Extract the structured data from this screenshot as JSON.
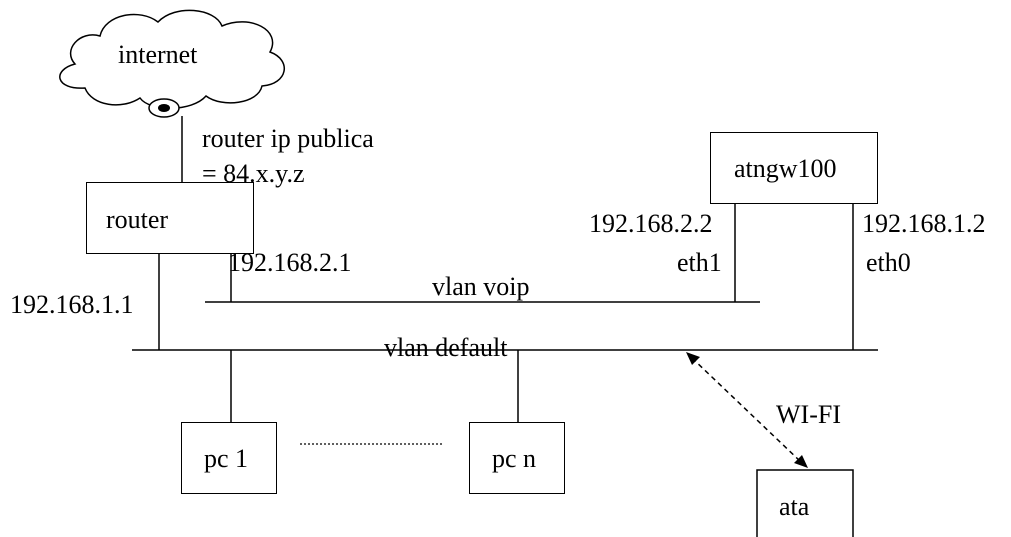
{
  "nodes": {
    "internet": "internet",
    "router": "router",
    "atngw100": "atngw100",
    "pc1": "pc 1",
    "pcn": "pc n",
    "ata": "ata"
  },
  "labels": {
    "router_ip_line1": "router ip publica",
    "router_ip_line2": "= 84.x.y.z",
    "router_vlan_voip_ip": "192.168.2.1",
    "router_vlan_default_ip": "192.168.1.1",
    "atngw_eth1_ip": "192.168.2.2",
    "atngw_eth1": "eth1",
    "atngw_eth0_ip": "192.168.1.2",
    "atngw_eth0": "eth0",
    "vlan_voip": "vlan voip",
    "vlan_default": "vlan default",
    "wifi": "WI-FI"
  }
}
